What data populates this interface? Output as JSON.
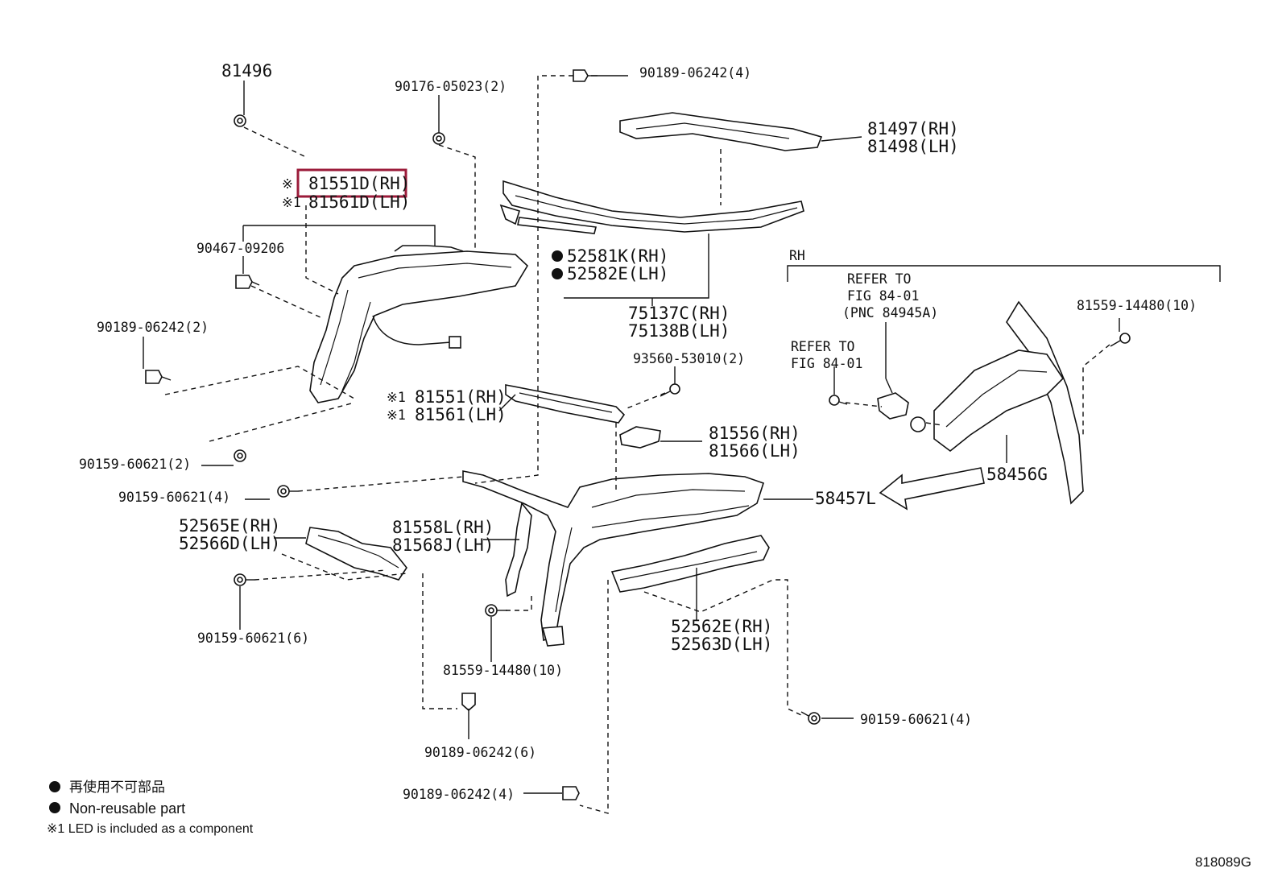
{
  "diagram": {
    "figure_number": "818089G",
    "callouts": {
      "p81496": "81496",
      "p90176": "90176-05023(2)",
      "p90189_top": "90189-06242(4)",
      "p81497": "81497(RH)",
      "p81498": "81498(LH)",
      "mark_81551D": "※",
      "p81551D": "81551D(RH)",
      "mark_81561D": "※1",
      "p81561D": "81561D(LH)",
      "p90467": "90467-09206",
      "p52581K": "52581K(RH)",
      "p52582E": "52582E(LH)",
      "p75137C": "75137C(RH)",
      "p75138B": "75138B(LH)",
      "p90189_left": "90189-06242(2)",
      "p93560": "93560-53010(2)",
      "mark_81551": "※1",
      "p81551": "81551(RH)",
      "mark_81561": "※1",
      "p81561": "81561(LH)",
      "p81556": "81556(RH)",
      "p81566": "81566(LH)",
      "p90159_2": "90159-60621(2)",
      "p90159_4a": "90159-60621(4)",
      "p58457L": "58457L",
      "p52565E": "52565E(RH)",
      "p52566D": "52566D(LH)",
      "p81558L": "81558L(RH)",
      "p81568J": "81568J(LH)",
      "p90159_6": "90159-60621(6)",
      "p81559_mid": "81559-14480(10)",
      "p52562E": "52562E(RH)",
      "p52563D": "52563D(LH)",
      "p90189_6": "90189-06242(6)",
      "p90159_4b": "90159-60621(4)",
      "p90189_4b": "90189-06242(4)",
      "rh_label": "RH",
      "refer1_l1": "REFER TO",
      "refer1_l2": "FIG 84-01",
      "refer1_l3": "(PNC 84945A)",
      "refer2_l1": "REFER TO",
      "refer2_l2": "FIG 84-01",
      "p81559_right": "81559-14480(10)",
      "p58456G": "58456G"
    },
    "legend": {
      "line1": "再使用不可部品",
      "line2": "Non-reusable part",
      "line3": "※1 LED is included as a component"
    },
    "highlight_color": "#9b1b3a"
  }
}
